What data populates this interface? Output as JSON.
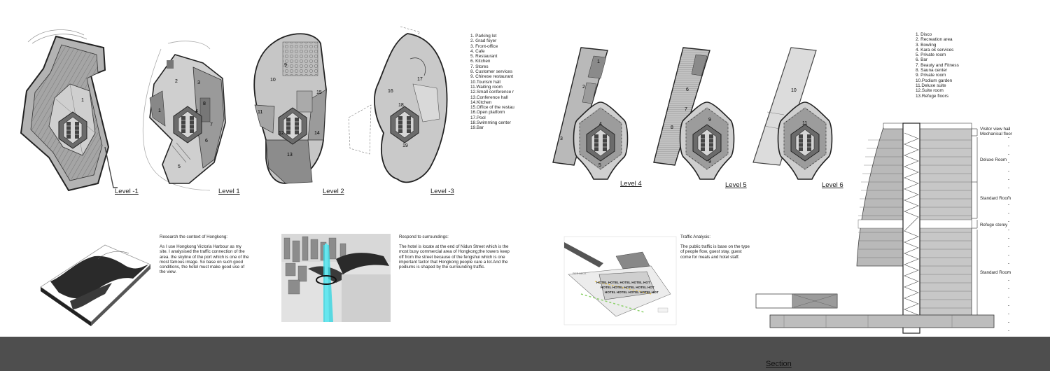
{
  "levels": {
    "level_m1": "Level -1",
    "level_1": "Level 1",
    "level_2": "Level 2",
    "level_m3": "Level -3",
    "level_4": "Level 4",
    "level_5": "Level 5",
    "level_6": "Level 6"
  },
  "plan_numbers": {
    "lm1": [
      "1"
    ],
    "l1": [
      "1",
      "2",
      "3",
      "4",
      "5",
      "6",
      "7",
      "8"
    ],
    "l2": [
      "9",
      "10",
      "11",
      "12",
      "13",
      "14",
      "15"
    ],
    "lm3": [
      "16",
      "17",
      "18",
      "19"
    ],
    "l4": [
      "1",
      "2",
      "3",
      "4",
      "5"
    ],
    "l5": [
      "6",
      "7",
      "8",
      "9",
      "9"
    ],
    "l6": [
      "10",
      "11"
    ]
  },
  "legend_left": [
    "1. Parking lot",
    "2. Grad foyer",
    "3. Front-office",
    "4. Cafe",
    "5. Restaurant",
    "6. Kitchen",
    "7. Stores",
    "8. Customer services",
    "9. Chinese restaurant",
    "10.Tourism hall",
    "11.Waiting room",
    "12.Small conference r",
    "13.Conference hall",
    "14.Kitchen",
    "15.Office of the restau",
    "16.Open platform",
    "17.Pool",
    "18.Swimming center",
    "19.Bar"
  ],
  "legend_right": [
    "1. Disco",
    "2. Recreation area",
    "3. Bowling",
    "4. Kara ok services",
    "5. Private room",
    "6. Bar",
    "7. Beauty and Fitness",
    "8. Sauna center",
    "9. Private room",
    "10.Podium garden",
    "11.Deluxe suite",
    "12.Suite room",
    "13.Refuge floors"
  ],
  "notes": {
    "context_title": "Research the context of Hongkong:",
    "context_body": "As I use Hongkong Victoria Harbour as my site. I analysised the traffic connection of the area. the skyline of the port which is one of the most famous image. So base on such good conditions, the hotel must make good use of the view.",
    "surroundings_title": "Respond to surroundings:",
    "surroundings_body": "The hotel is locate at the end of Nidun Street which is the most busy commercial area of Hongkong;the towers keep off from the street because of the fengshui which is one important factor that Hongkong people care a lot.And the podiums is shaped by the surrounding traffic.",
    "traffic_title": "Traffic Analysis:",
    "traffic_body": "The public traffic is base on the type of people flow, guest stay, guest come for meals and hotel staff."
  },
  "traffic_map": {
    "hotel_label": "HOTEL HOTEL HOTEL HOTEL HOT",
    "pier_label": "PIER DECK"
  },
  "section_labels": {
    "visitor": "Visitor view hall",
    "mechanical": "Mechanical floor",
    "deluxe": "Deluxe Room",
    "standard_upper": "Standard Room",
    "refuge": "Refuge storey",
    "standard_lower": "Standard Room"
  },
  "section_title": "Section",
  "colors": {
    "plan_light": "#c9c9c9",
    "plan_mid": "#aaaaaa",
    "plan_dark": "#8f8f8f",
    "band": "#4e4e4e",
    "cyan": "#3fd6e0"
  }
}
